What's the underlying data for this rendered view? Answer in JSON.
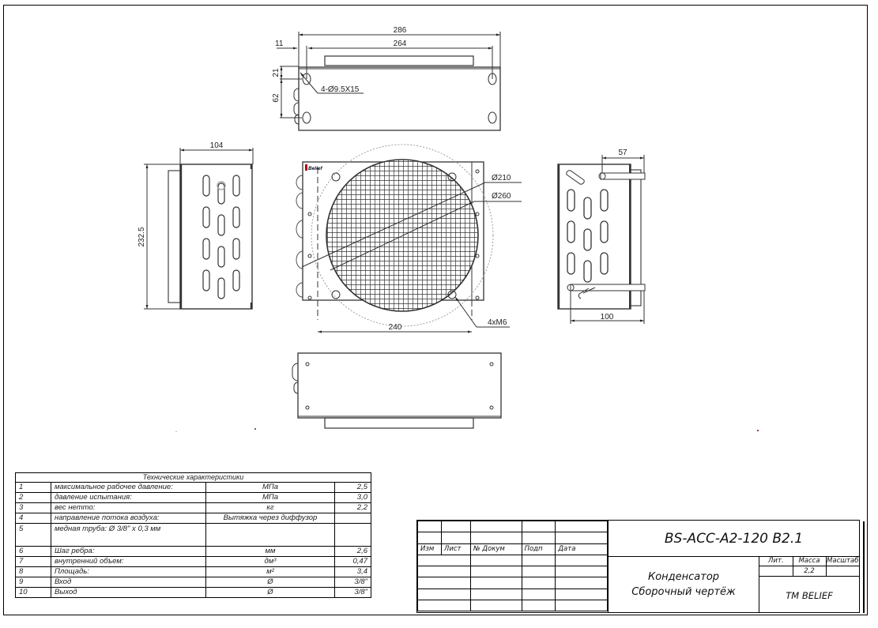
{
  "drawing": {
    "top_view": {
      "dims": {
        "overall_width": "286",
        "hole_spacing": "264",
        "offset_left": "11",
        "offset_top": "21",
        "hole_vertical": "62"
      },
      "hole_callout": "4-Ø9.5X15"
    },
    "front_view": {
      "dims": {
        "fan_diameter": "Ø210",
        "ring_diameter": "Ø260",
        "hole_spacing": "240"
      },
      "thread_callout": "4xM6",
      "logo": "Belief"
    },
    "left_view": {
      "dims": {
        "depth": "104",
        "height": "232.5"
      }
    },
    "right_view": {
      "dims": {
        "pipe_offset": "57",
        "overall_depth": "100"
      }
    }
  },
  "spec_table": {
    "title": "Технические характеристики",
    "rows": [
      {
        "num": "1",
        "param": "максимальное рабочее давление:",
        "unit": "МПа",
        "value": "2,5"
      },
      {
        "num": "2",
        "param": "давление испытания:",
        "unit": "МПа",
        "value": "3,0"
      },
      {
        "num": "3",
        "param": "вес нетто:",
        "unit": "кг",
        "value": "2,2"
      },
      {
        "num": "4",
        "param": "направление потока воздуха:",
        "unit": "Вытяжка через диффузор",
        "value": ""
      },
      {
        "num": "5",
        "param": "медная труба: Ø 3/8\" х 0,3 мм",
        "unit": "",
        "value": ""
      },
      {
        "num": "6",
        "param": "Шаг ребра:",
        "unit": "мм",
        "value": "2,6"
      },
      {
        "num": "7",
        "param": "внутренний объем:",
        "unit": "дм³",
        "value": "0,47"
      },
      {
        "num": "8",
        "param": "Площадь:",
        "unit": "м²",
        "value": "3,4"
      },
      {
        "num": "9",
        "param": "Вход",
        "unit": "Ø",
        "value": "3/8\""
      },
      {
        "num": "10",
        "param": "Выход",
        "unit": "Ø",
        "value": "3/8\""
      }
    ]
  },
  "title_block": {
    "headers": {
      "izm": "Изм",
      "list": "Лист",
      "doc": "№ Докум",
      "sign": "Подп",
      "date": "Дата"
    },
    "code": "BS-ACC-A2-120 B2.1",
    "name_line1": "Конденсатор",
    "name_line2": "Сборочный чертёж",
    "lit_label": "Лит.",
    "mass_label": "Масса",
    "scale_label": "Масштаб",
    "lit_value": "",
    "mass_value": "2,2",
    "scale_value": "",
    "company": "TM BELIEF"
  }
}
